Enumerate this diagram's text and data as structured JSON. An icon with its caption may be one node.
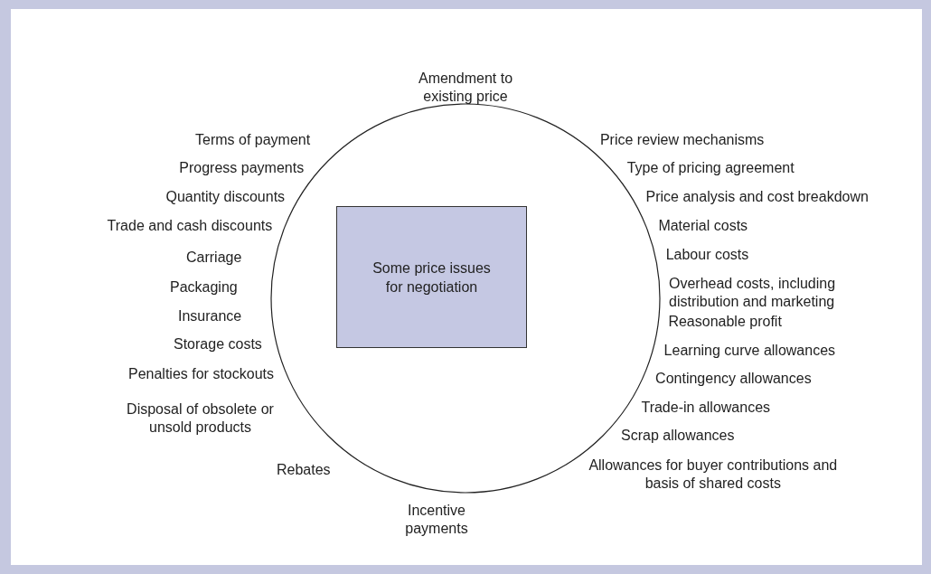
{
  "diagram": {
    "nodes": [
      {
        "text": [],
        "shape": "circle"
      },
      {
        "text": [
          "Some price issues for negotiation"
        ],
        "in": 0
      }
    ],
    "edges": [],
    "labels": [
      "Amendment to existing price",
      "Terms of payment",
      "Progress payments",
      "Quantity discounts",
      "Trade and cash discounts",
      "Carriage",
      "Packaging",
      "Insurance",
      "Storage costs",
      "Penalties for stockouts",
      "Disposal of obsolete or unsold products",
      "Price review mechanisms",
      "Type of pricing agreement",
      "Price analysis and cost breakdown",
      "Material costs",
      "Labour costs",
      "Overhead costs, including distribution and marketing",
      "Reasonable profit",
      "Learning curve allowances",
      "Contingency allowances",
      "Trade-in allowances",
      "Scrap allowances",
      "Allowances for buyer contributions and basis of shared costs",
      "Rebates",
      "Incentive payments"
    ]
  }
}
